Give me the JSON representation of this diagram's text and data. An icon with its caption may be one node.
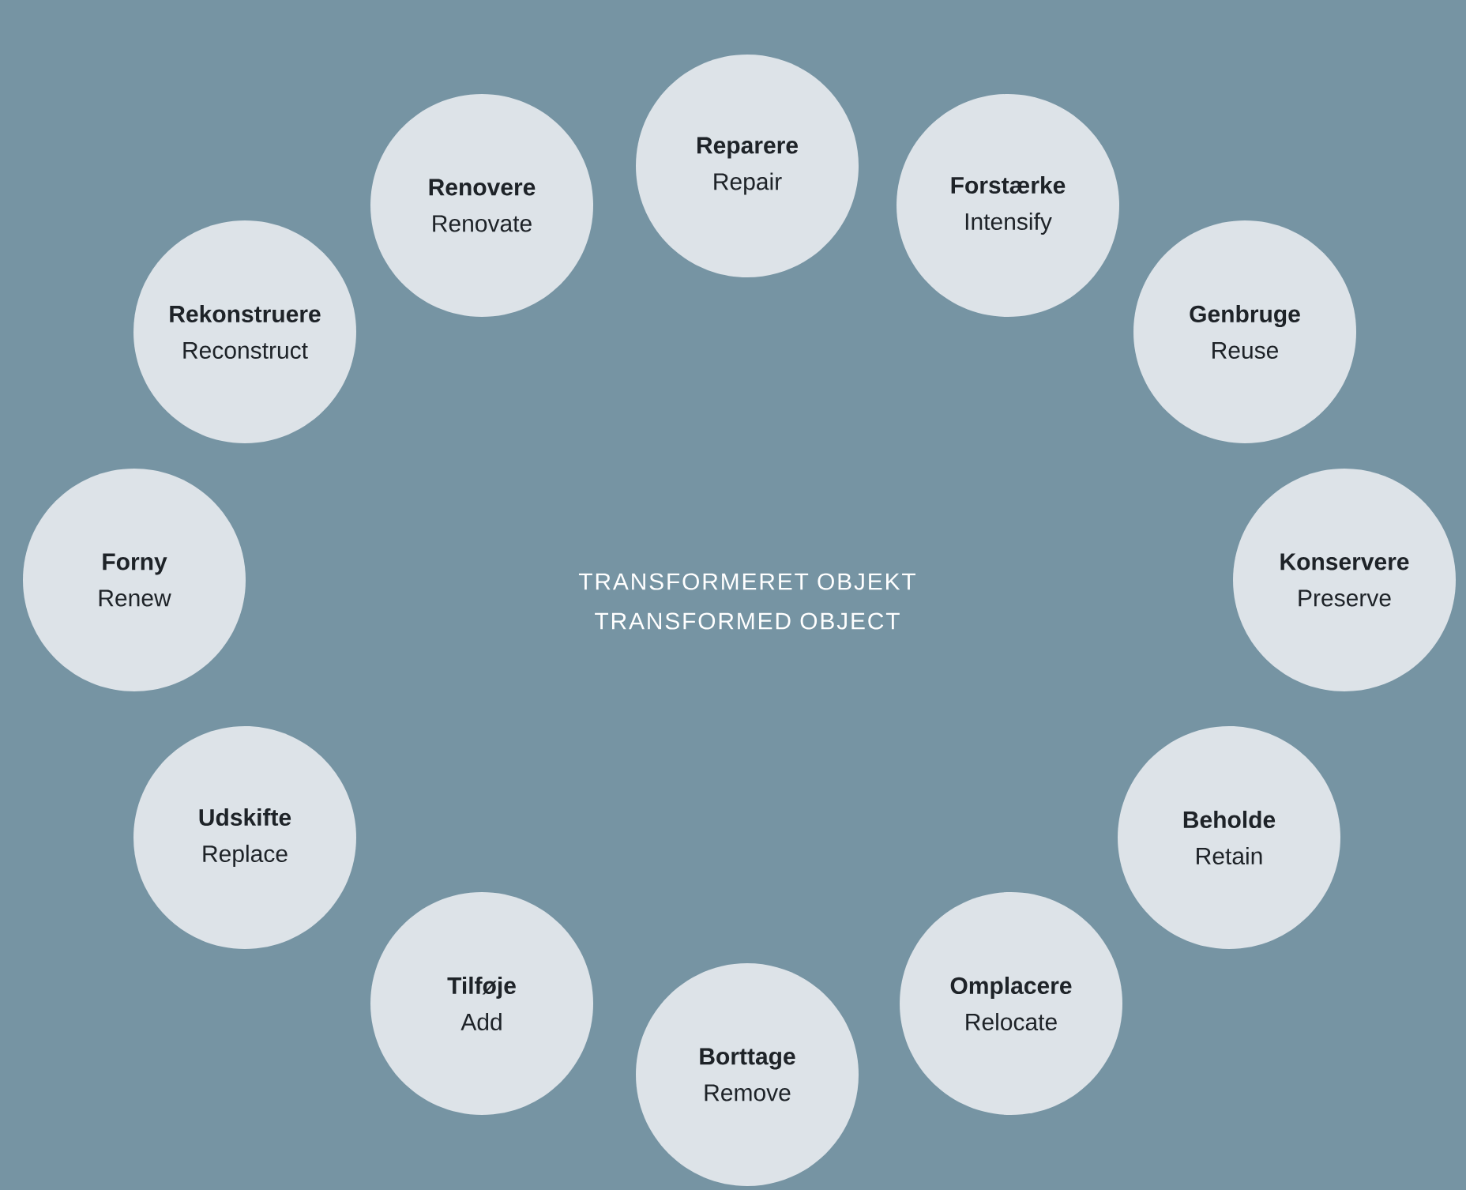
{
  "diagram": {
    "nodes": [
      {
        "text": [
          "Reparere",
          "Repair"
        ]
      },
      {
        "text": [
          "Forstærke",
          "Intensify"
        ]
      },
      {
        "text": [
          "Genbruge",
          "Reuse"
        ]
      },
      {
        "text": [
          "Konservere",
          "Preserve"
        ]
      },
      {
        "text": [
          "Beholde",
          "Retain"
        ]
      },
      {
        "text": [
          "Omplacere",
          "Relocate"
        ]
      },
      {
        "text": [
          "Borttage",
          "Remove"
        ]
      },
      {
        "text": [
          "Tilføje",
          "Add"
        ]
      },
      {
        "text": [
          "Udskifte",
          "Replace"
        ]
      },
      {
        "text": [
          "Forny",
          "Renew"
        ]
      },
      {
        "text": [
          "Rekonstruere",
          "Reconstruct"
        ]
      },
      {
        "text": [
          "Renovere",
          "Renovate"
        ]
      }
    ],
    "labels": [
      "TRANSFORMERET OBJEKT",
      "TRANSFORMED OBJECT"
    ]
  }
}
